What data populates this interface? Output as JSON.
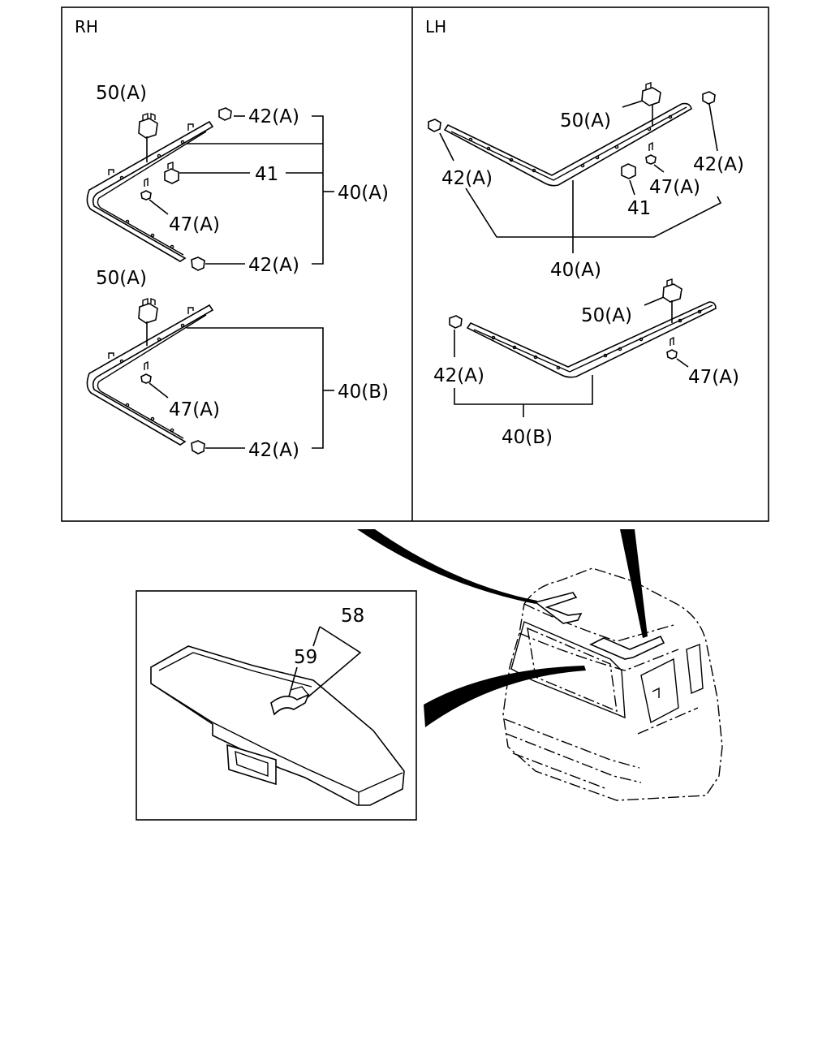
{
  "panels": {
    "rh_header": "RH",
    "lh_header": "LH"
  },
  "rh_top": {
    "l50": "50(A)",
    "l42a": "42(A)",
    "l41": "41",
    "l40": "40(A)",
    "l47": "47(A)",
    "l42b": "42(A)"
  },
  "rh_bottom": {
    "l50": "50(A)",
    "l47": "47(A)",
    "l40": "40(B)",
    "l42": "42(A)"
  },
  "lh_top": {
    "l50": "50(A)",
    "l42r": "42(A)",
    "l42l": "42(A)",
    "l47": "47(A)",
    "l41": "41",
    "l40": "40(A)"
  },
  "lh_bottom": {
    "l50": "50(A)",
    "l42": "42(A)",
    "l47": "47(A)",
    "l40": "40(B)"
  },
  "detail": {
    "l58": "58",
    "l59": "59"
  }
}
